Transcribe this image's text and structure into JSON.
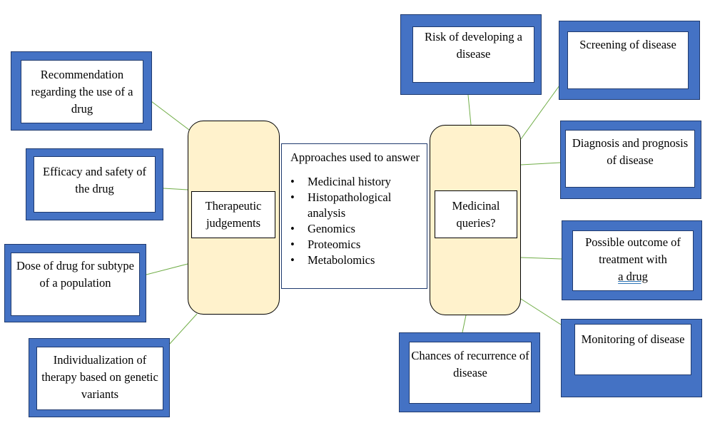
{
  "colors": {
    "outer_box": "#4472c4",
    "pill": "#fff2cc",
    "connector": "#70ad47"
  },
  "center": {
    "title": "Approaches used to answer",
    "items": [
      "Medicinal history",
      "Histopathological analysis",
      "Genomics",
      "Proteomics",
      "Metabolomics"
    ]
  },
  "left_hub": {
    "label": "Therapeutic judgements"
  },
  "right_hub": {
    "label": "Medicinal queries?"
  },
  "left_boxes": [
    "Recommendation regarding the use of a drug",
    "Efficacy and safety of the drug",
    "Dose of drug for subtype of a population",
    "Individualization of therapy based on genetic variants"
  ],
  "right_boxes": {
    "risk": "Risk of developing a disease",
    "screening": "Screening of disease",
    "diagnosis": "Diagnosis and prognosis of disease",
    "outcome_prefix": "Possible outcome of treatment with",
    "outcome_suffix": "a  drug",
    "monitoring": "Monitoring of disease",
    "recurrence": "Chances of recurrence of disease"
  }
}
